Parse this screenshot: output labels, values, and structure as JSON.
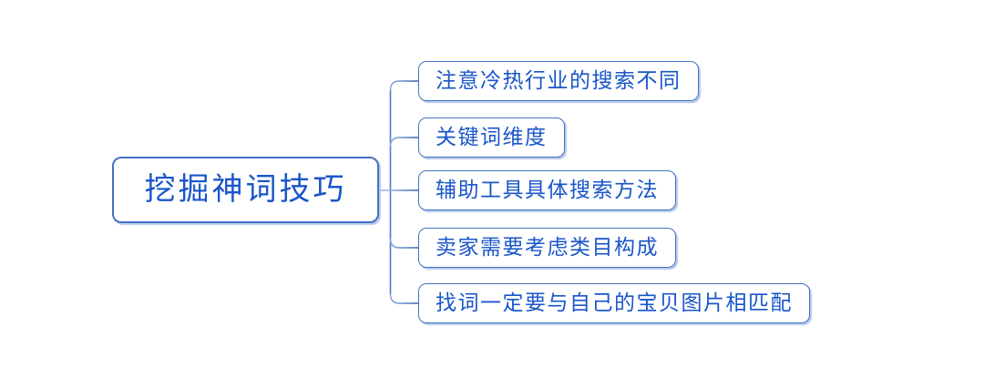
{
  "diagram": {
    "type": "mindmap",
    "root": {
      "label": "挖掘神词技巧"
    },
    "children": [
      {
        "label": "注意冷热行业的搜索不同"
      },
      {
        "label": "关键词维度"
      },
      {
        "label": "辅助工具具体搜索方法"
      },
      {
        "label": "卖家需要考虑类目构成"
      },
      {
        "label": "找词一定要与自己的宝贝图片相匹配"
      }
    ],
    "colors": {
      "background": "#ffffff",
      "node_border": "#4472c4",
      "node_text": "#1956c8",
      "node_shadow": "#b6c8ec",
      "trunk_line": "#4d7bc4",
      "branch_line_start": "#9cb6e2",
      "branch_line_end": "#2e64ae"
    }
  }
}
